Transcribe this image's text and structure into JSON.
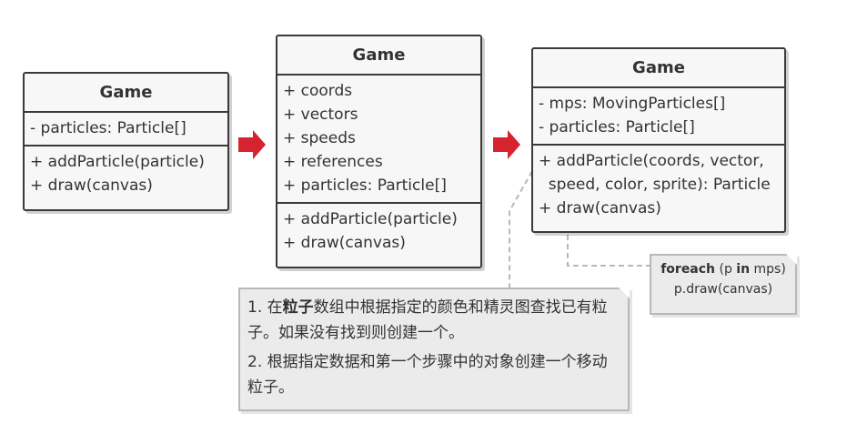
{
  "boxes": [
    {
      "title": "Game",
      "fields": [
        "- particles: Particle[]"
      ],
      "methods": [
        "+ addParticle(particle)",
        "+ draw(canvas)"
      ]
    },
    {
      "title": "Game",
      "fields": [
        "+ coords",
        "+ vectors",
        "+ speeds",
        "+ references",
        "+ particles: Particle[]"
      ],
      "methods": [
        "+ addParticle(particle)",
        "+ draw(canvas)"
      ]
    },
    {
      "title": "Game",
      "fields": [
        "- mps: MovingParticles[]",
        "- particles: Particle[]"
      ],
      "methods": [
        "+ addParticle(coords, vector,",
        "  speed, color, sprite): Particle",
        "+ draw(canvas)"
      ]
    }
  ],
  "code_note": {
    "kw1": "foreach",
    "part1": " (p ",
    "kw2": "in",
    "part2": " mps)",
    "line2": "p.draw(canvas)"
  },
  "text_note": {
    "para1_pre": "1. 在",
    "para1_bold": "粒子",
    "para1_post": "数组中根据指定的颜色和精灵图查找已有粒子。如果没有找到则创建一个。",
    "para2": "2. 根据指定数据和第一个步骤中的对象创建一个移动粒子。"
  },
  "colors": {
    "arrow": "#d6242e",
    "border": "#3a3a3a",
    "box_fill": "#f7f7f7",
    "note_fill": "#ebebeb",
    "connector": "#b8b8b8"
  }
}
